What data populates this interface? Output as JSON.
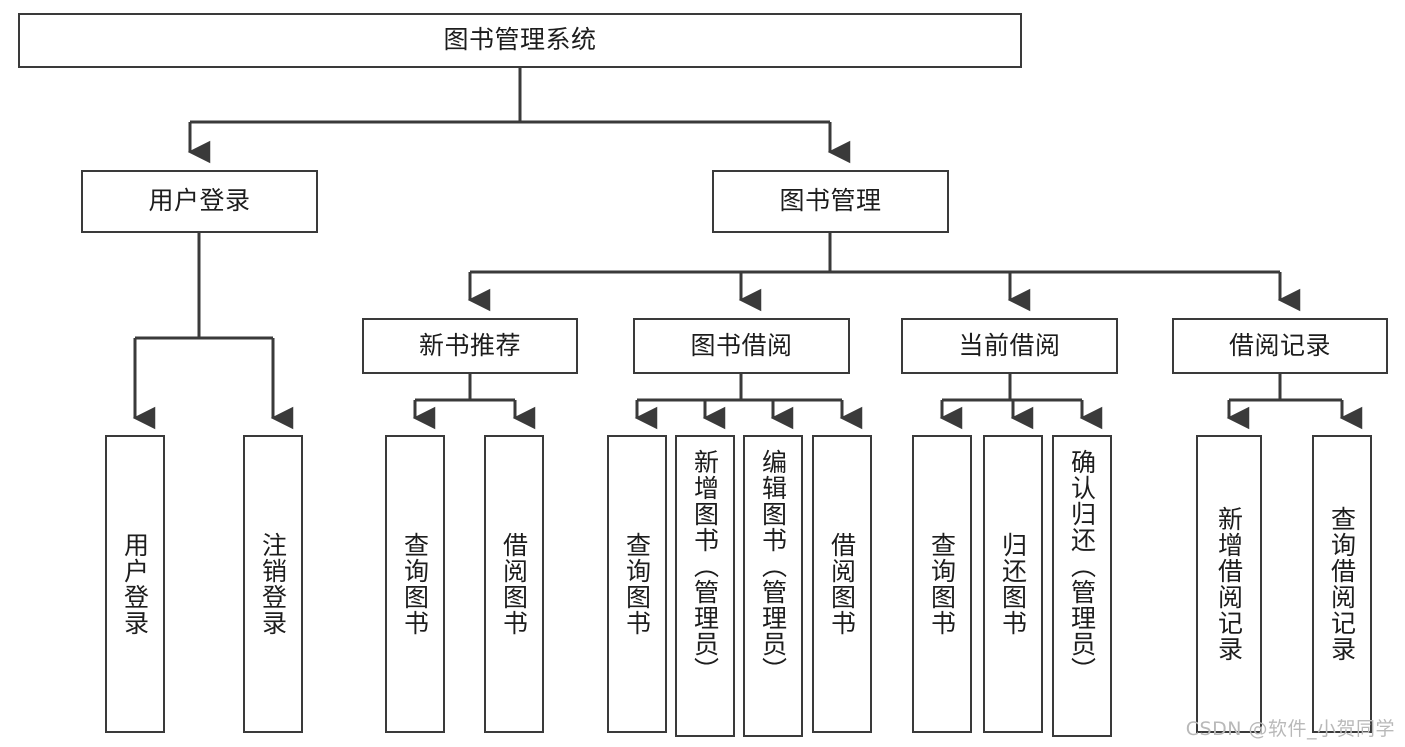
{
  "diagram": {
    "title": "图书管理系统",
    "watermark": "CSDN @软件_小贺同学",
    "stroke_color": "#3a3a3a",
    "text_color": "#1d1d1d",
    "background": "#ffffff",
    "root": {
      "label": "图书管理系统"
    },
    "level2": [
      {
        "label": "用户登录"
      },
      {
        "label": "图书管理"
      }
    ],
    "level3": [
      {
        "label": "新书推荐"
      },
      {
        "label": "图书借阅"
      },
      {
        "label": "当前借阅"
      },
      {
        "label": "借阅记录"
      }
    ],
    "leaves": {
      "user_login": [
        {
          "label": "用户登录"
        },
        {
          "label": "注销登录"
        }
      ],
      "new_book": [
        {
          "label": "查询图书"
        },
        {
          "label": "借阅图书"
        }
      ],
      "book_borrow": [
        {
          "label": "查询图书"
        },
        {
          "label": "新增图书（管理员）"
        },
        {
          "label": "编辑图书（管理员）"
        },
        {
          "label": "借阅图书"
        }
      ],
      "current_borrow": [
        {
          "label": "查询图书"
        },
        {
          "label": "归还图书"
        },
        {
          "label": "确认归还（管理员）"
        }
      ],
      "borrow_record": [
        {
          "label": "新增借阅记录"
        },
        {
          "label": "查询借阅记录"
        }
      ]
    }
  }
}
